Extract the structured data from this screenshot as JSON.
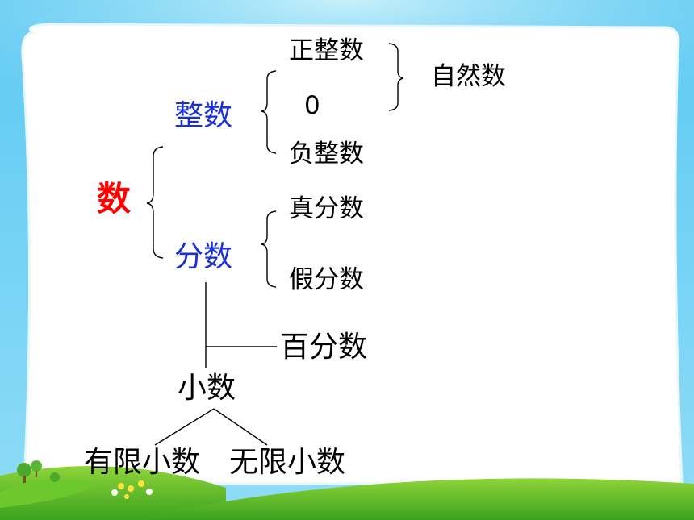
{
  "diagram": {
    "root": "数",
    "integers": {
      "label": "整数",
      "children": [
        "正整数",
        "0",
        "负整数"
      ],
      "group_label": "自然数"
    },
    "fractions": {
      "label": "分数",
      "children": [
        "真分数",
        "假分数"
      ]
    },
    "percent": "百分数",
    "decimal": {
      "label": "小数",
      "children": [
        "有限小数",
        "无限小数"
      ]
    }
  },
  "colors": {
    "root": "#ff0000",
    "category": "#1a2fd6",
    "text": "#000000",
    "sky": "#58c8f0",
    "grass": "#5cbf2a"
  }
}
